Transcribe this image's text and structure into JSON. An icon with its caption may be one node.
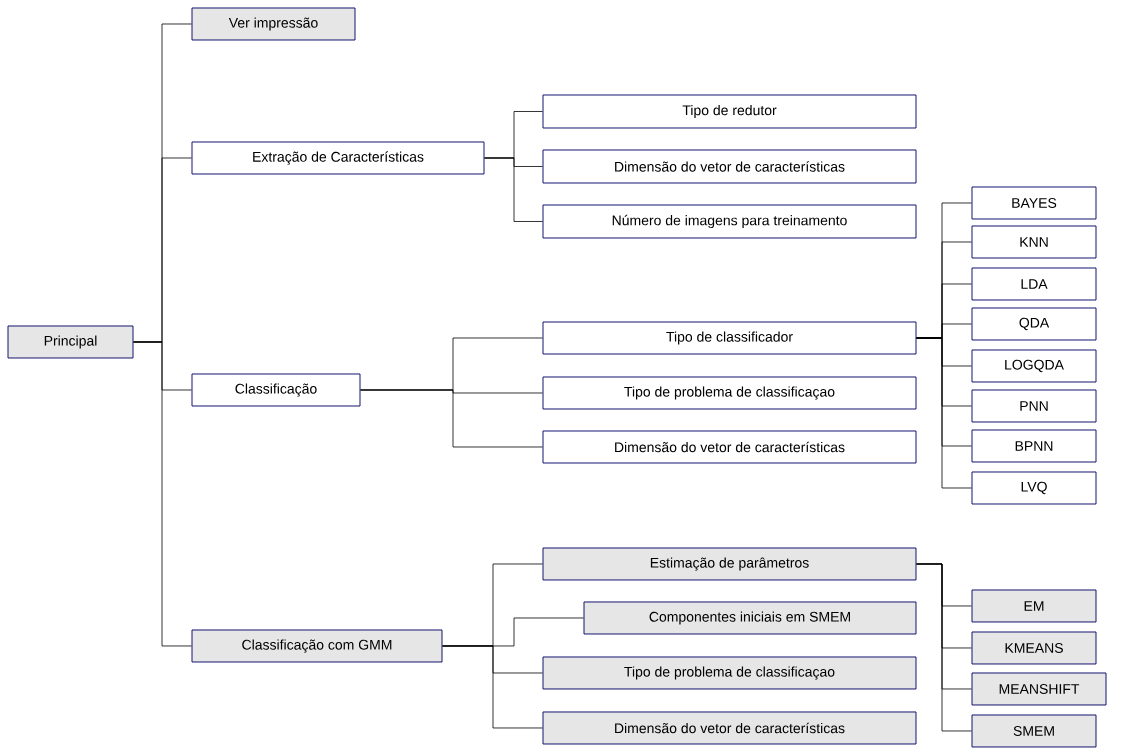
{
  "diagram": {
    "nodes": [
      {
        "text": [
          "Principal"
        ]
      },
      {
        "text": [
          "Ver impressão"
        ]
      },
      {
        "text": [
          "Extração de Características"
        ]
      },
      {
        "text": [
          "Tipo de redutor"
        ]
      },
      {
        "text": [
          "Dimensão do vetor de características"
        ]
      },
      {
        "text": [
          "Número de imagens para treinamento"
        ]
      },
      {
        "text": [
          "Classificação"
        ]
      },
      {
        "text": [
          "Tipo de classificador"
        ]
      },
      {
        "text": [
          "Tipo de problema de classificaçao"
        ]
      },
      {
        "text": [
          "Dimensão do vetor de características"
        ]
      },
      {
        "text": [
          "BAYES"
        ]
      },
      {
        "text": [
          "KNN"
        ]
      },
      {
        "text": [
          "LDA"
        ]
      },
      {
        "text": [
          "QDA"
        ]
      },
      {
        "text": [
          "LOGQDA"
        ]
      },
      {
        "text": [
          "PNN"
        ]
      },
      {
        "text": [
          "BPNN"
        ]
      },
      {
        "text": [
          "LVQ"
        ]
      },
      {
        "text": [
          "Classificação com GMM"
        ]
      },
      {
        "text": [
          "Estimação de parâmetros"
        ]
      },
      {
        "text": [
          "Componentes iniciais em SMEM"
        ]
      },
      {
        "text": [
          "Tipo de problema de classificaçao"
        ]
      },
      {
        "text": [
          "Dimensão do vetor de características"
        ]
      },
      {
        "text": [
          "EM"
        ]
      },
      {
        "text": [
          "KMEANS"
        ]
      },
      {
        "text": [
          "MEANSHIFT"
        ]
      },
      {
        "text": [
          "SMEM"
        ]
      }
    ],
    "edges": [
      {
        "from": 0,
        "to": 1,
        "arrow": "none"
      },
      {
        "from": 0,
        "to": 2,
        "arrow": "none"
      },
      {
        "from": 0,
        "to": 6,
        "arrow": "none"
      },
      {
        "from": 0,
        "to": 18,
        "arrow": "none"
      },
      {
        "from": 2,
        "to": 3,
        "arrow": "none"
      },
      {
        "from": 2,
        "to": 4,
        "arrow": "none"
      },
      {
        "from": 2,
        "to": 5,
        "arrow": "none"
      },
      {
        "from": 6,
        "to": 7,
        "arrow": "none"
      },
      {
        "from": 6,
        "to": 8,
        "arrow": "none"
      },
      {
        "from": 6,
        "to": 9,
        "arrow": "none"
      },
      {
        "from": 7,
        "to": 10,
        "arrow": "none"
      },
      {
        "from": 7,
        "to": 11,
        "arrow": "none"
      },
      {
        "from": 7,
        "to": 12,
        "arrow": "none"
      },
      {
        "from": 7,
        "to": 13,
        "arrow": "none"
      },
      {
        "from": 7,
        "to": 14,
        "arrow": "none"
      },
      {
        "from": 7,
        "to": 15,
        "arrow": "none"
      },
      {
        "from": 7,
        "to": 16,
        "arrow": "none"
      },
      {
        "from": 7,
        "to": 17,
        "arrow": "none"
      },
      {
        "from": 18,
        "to": 19,
        "arrow": "none"
      },
      {
        "from": 18,
        "to": 20,
        "arrow": "none"
      },
      {
        "from": 18,
        "to": 21,
        "arrow": "none"
      },
      {
        "from": 18,
        "to": 22,
        "arrow": "none"
      },
      {
        "from": 19,
        "to": 23,
        "arrow": "none"
      },
      {
        "from": 19,
        "to": 24,
        "arrow": "none"
      },
      {
        "from": 19,
        "to": 25,
        "arrow": "none"
      },
      {
        "from": 19,
        "to": 26,
        "arrow": "none"
      }
    ]
  }
}
